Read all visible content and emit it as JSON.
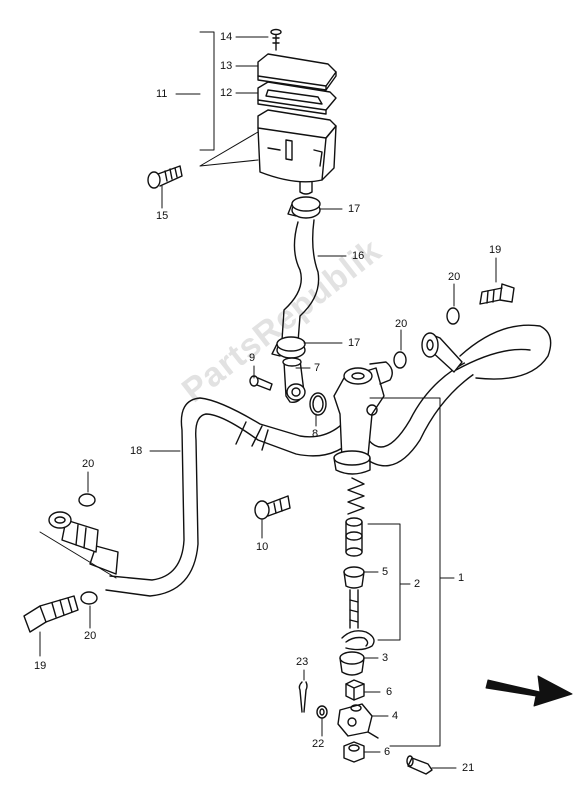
{
  "watermark": "PartsRepublik",
  "callouts": {
    "c1": "1",
    "c2": "2",
    "c3": "3",
    "c4": "4",
    "c5": "5",
    "c6a": "6",
    "c6b": "6",
    "c7": "7",
    "c8": "8",
    "c9": "9",
    "c10": "10",
    "c11": "11",
    "c12": "12",
    "c13": "13",
    "c14": "14",
    "c15": "15",
    "c16": "16",
    "c17a": "17",
    "c17b": "17",
    "c18": "18",
    "c19a": "19",
    "c19b": "19",
    "c20a": "20",
    "c20b": "20",
    "c20c": "20",
    "c20d": "20",
    "c21": "21",
    "c22": "22",
    "c23": "23"
  },
  "colors": {
    "line": "#111111",
    "fill": "#ffffff",
    "watermark": "#e2e2e2"
  }
}
